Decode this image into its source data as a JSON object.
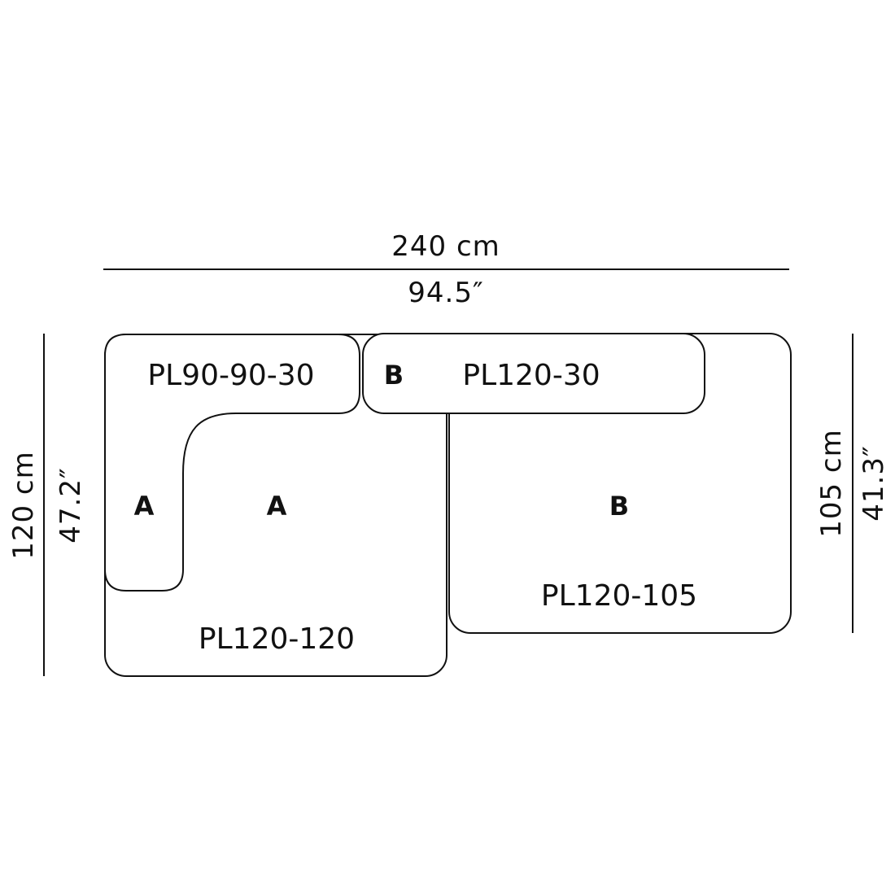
{
  "dimensions": {
    "width_cm": "240 cm",
    "width_in": "94.5″",
    "left_height_cm": "120 cm",
    "left_height_in": "47.2″",
    "right_height_cm": "105 cm",
    "right_height_in": "41.3″"
  },
  "modules": {
    "corner_back": {
      "code": "PL90-90-30",
      "letter": "A"
    },
    "top_back": {
      "code": "PL120-30",
      "letter": "B"
    },
    "left_seat": {
      "code": "PL120-120",
      "letter": "A"
    },
    "right_seat": {
      "code": "PL120-105",
      "letter": "B"
    }
  },
  "colors": {
    "line": "#111111",
    "background": "#ffffff"
  }
}
